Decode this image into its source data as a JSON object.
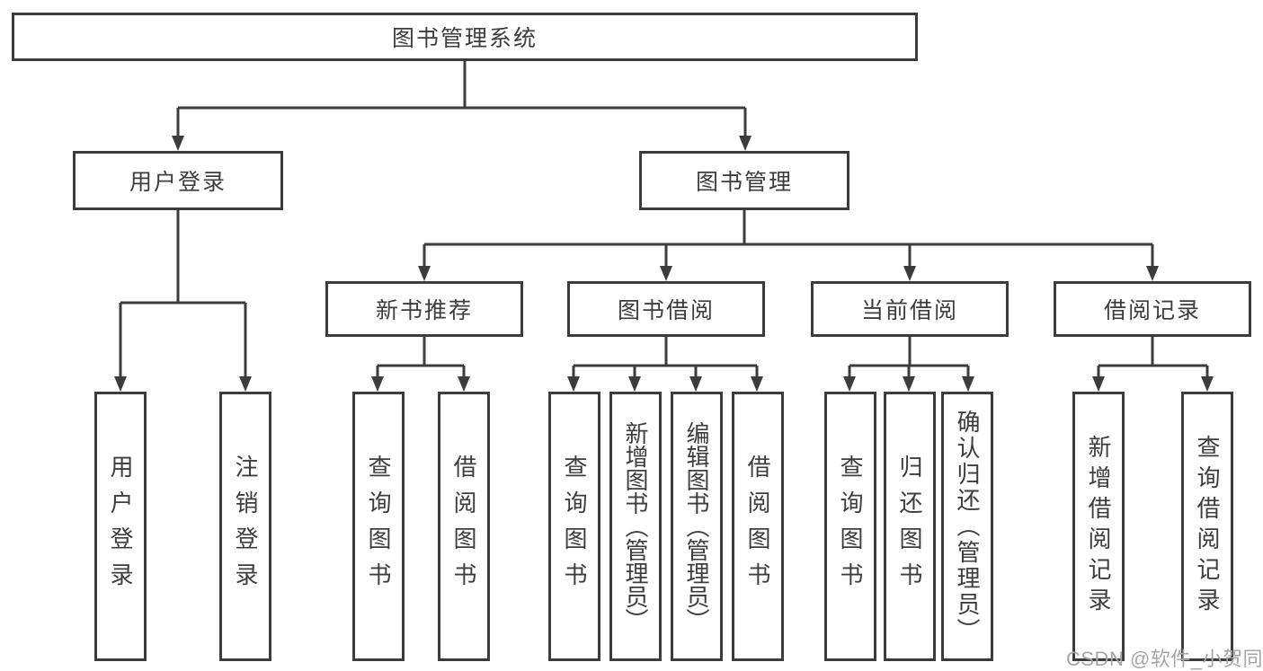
{
  "diagram": {
    "root": {
      "label": "图书管理系统"
    },
    "branches": [
      {
        "label": "用户登录",
        "children": [
          {
            "label": "用户登录"
          },
          {
            "label": "注销登录"
          }
        ]
      },
      {
        "label": "图书管理",
        "children": [
          {
            "label": "新书推荐",
            "children": [
              {
                "label": "查询图书"
              },
              {
                "label": "借阅图书"
              }
            ]
          },
          {
            "label": "图书借阅",
            "children": [
              {
                "label": "查询图书"
              },
              {
                "label": "新增图书（管理员）"
              },
              {
                "label": "编辑图书（管理员）"
              },
              {
                "label": "借阅图书"
              }
            ]
          },
          {
            "label": "当前借阅",
            "children": [
              {
                "label": "查询图书"
              },
              {
                "label": "归还图书"
              },
              {
                "label": "确认归还（管理员）"
              }
            ]
          },
          {
            "label": "借阅记录",
            "children": [
              {
                "label": "新增借阅记录"
              },
              {
                "label": "查询借阅记录"
              }
            ]
          }
        ]
      }
    ]
  },
  "watermark": {
    "text": "CSDN @软件_小贺同学"
  },
  "colors": {
    "line": "#3c3c3c",
    "text": "#3d3d3d",
    "watermark": "#a6a6a6",
    "background": "#ffffff"
  }
}
